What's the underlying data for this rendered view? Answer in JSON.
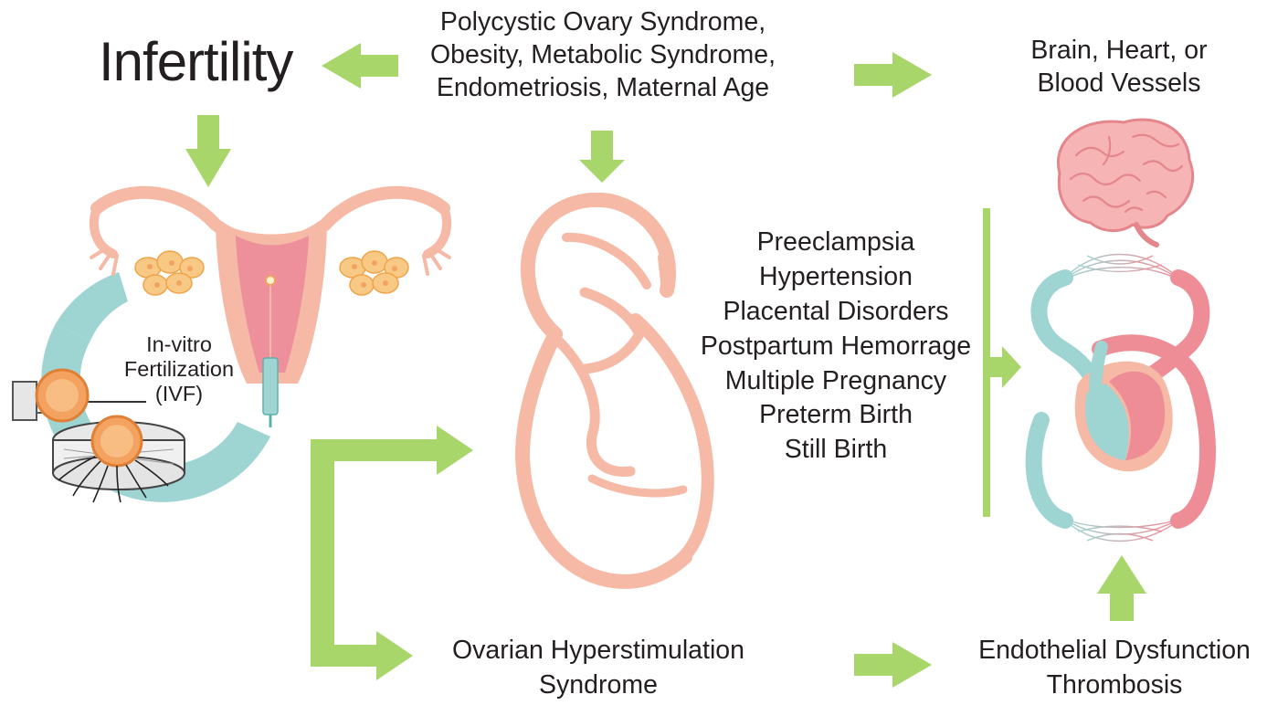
{
  "title": "Infertility",
  "risk_factors": [
    "Polycystic Ovary Syndrome,",
    "Obesity, Metabolic Syndrome,",
    "Endometriosis, Maternal Age"
  ],
  "target_organs": [
    "Brain, Heart, or",
    "Blood Vessels"
  ],
  "ivf_label": [
    "In-vitro",
    "Fertilization",
    "(IVF)"
  ],
  "pregnancy_complications": [
    "Preeclampsia",
    "Hypertension",
    "Placental Disorders",
    "Postpartum Hemorrage",
    "Multiple Pregnancy",
    "Preterm Birth",
    "Still Birth"
  ],
  "ohss": [
    "Ovarian Hyperstimulation",
    "Syndrome"
  ],
  "vascular_outcomes": [
    "Endothelial Dysfunction",
    "Thrombosis"
  ],
  "icons": [
    "uterus-icon",
    "ivf-cycle-icon",
    "pregnant-woman-icon",
    "brain-icon",
    "heart-circulation-icon"
  ],
  "colors": {
    "arrow": "#a9d66b",
    "uterus_pink": "#f5b9a6",
    "uterus_dark": "#ee8f9c",
    "teal": "#9ed4d2",
    "orange": "#f4a25f",
    "heart_red": "#ef8d97"
  }
}
